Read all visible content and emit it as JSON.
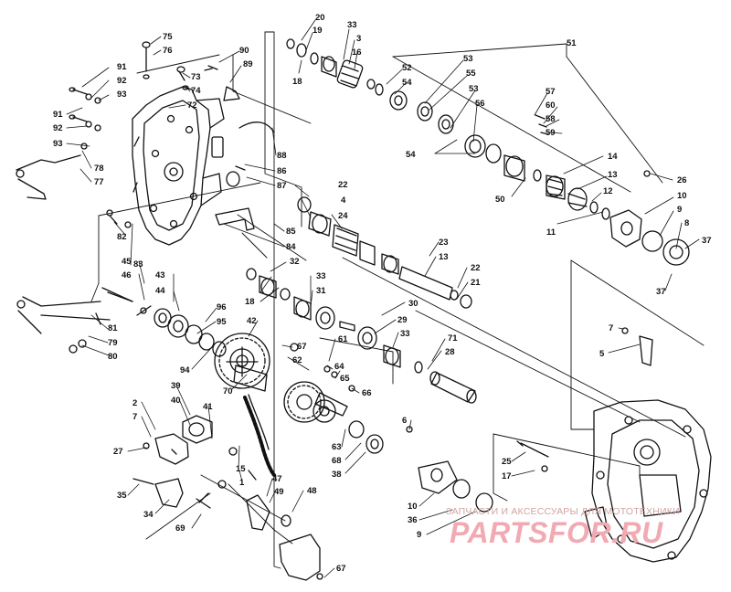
{
  "callouts": [
    {
      "id": "c1",
      "text": "20"
    },
    {
      "id": "c2",
      "text": "19"
    },
    {
      "id": "c3",
      "text": "18"
    },
    {
      "id": "c4",
      "text": "33"
    },
    {
      "id": "c5",
      "text": "3"
    },
    {
      "id": "c6",
      "text": "16"
    },
    {
      "id": "c7",
      "text": "52"
    },
    {
      "id": "c8",
      "text": "54"
    },
    {
      "id": "c9",
      "text": "53"
    },
    {
      "id": "c10",
      "text": "55"
    },
    {
      "id": "c11",
      "text": "53"
    },
    {
      "id": "c12",
      "text": "56"
    },
    {
      "id": "c13",
      "text": "54"
    },
    {
      "id": "c14",
      "text": "51"
    },
    {
      "id": "c15",
      "text": "57"
    },
    {
      "id": "c16",
      "text": "60"
    },
    {
      "id": "c17",
      "text": "58"
    },
    {
      "id": "c18",
      "text": "59"
    },
    {
      "id": "c19",
      "text": "14"
    },
    {
      "id": "c20",
      "text": "13"
    },
    {
      "id": "c21",
      "text": "12"
    },
    {
      "id": "c22",
      "text": "50"
    },
    {
      "id": "c23",
      "text": "26"
    },
    {
      "id": "c24",
      "text": "10"
    },
    {
      "id": "c25",
      "text": "9"
    },
    {
      "id": "c26",
      "text": "8"
    },
    {
      "id": "c27",
      "text": "37"
    },
    {
      "id": "c28",
      "text": "11"
    },
    {
      "id": "c29",
      "text": "37"
    },
    {
      "id": "c30",
      "text": "75"
    },
    {
      "id": "c31",
      "text": "76"
    },
    {
      "id": "c32",
      "text": "90"
    },
    {
      "id": "c33",
      "text": "89"
    },
    {
      "id": "c34",
      "text": "73"
    },
    {
      "id": "c35",
      "text": "74"
    },
    {
      "id": "c36",
      "text": "72"
    },
    {
      "id": "c37",
      "text": "91"
    },
    {
      "id": "c38",
      "text": "92"
    },
    {
      "id": "c39",
      "text": "93"
    },
    {
      "id": "c40",
      "text": "91"
    },
    {
      "id": "c41",
      "text": "92"
    },
    {
      "id": "c42",
      "text": "93"
    },
    {
      "id": "c43",
      "text": "78"
    },
    {
      "id": "c44",
      "text": "77"
    },
    {
      "id": "c45",
      "text": "88"
    },
    {
      "id": "c46",
      "text": "86"
    },
    {
      "id": "c47",
      "text": "87"
    },
    {
      "id": "c48",
      "text": "22"
    },
    {
      "id": "c49",
      "text": "4"
    },
    {
      "id": "c50",
      "text": "24"
    },
    {
      "id": "c51",
      "text": "85"
    },
    {
      "id": "c52",
      "text": "84"
    },
    {
      "id": "c53",
      "text": "23"
    },
    {
      "id": "c54",
      "text": "13"
    },
    {
      "id": "c55",
      "text": "32"
    },
    {
      "id": "c56",
      "text": "22"
    },
    {
      "id": "c57",
      "text": "21"
    },
    {
      "id": "c58",
      "text": "82"
    },
    {
      "id": "c59",
      "text": "83"
    },
    {
      "id": "c60",
      "text": "45"
    },
    {
      "id": "c61",
      "text": "46"
    },
    {
      "id": "c62",
      "text": "43"
    },
    {
      "id": "c63",
      "text": "44"
    },
    {
      "id": "c64",
      "text": "18"
    },
    {
      "id": "c65",
      "text": "33"
    },
    {
      "id": "c66",
      "text": "31"
    },
    {
      "id": "c67",
      "text": "30"
    },
    {
      "id": "c68",
      "text": "29"
    },
    {
      "id": "c69",
      "text": "33"
    },
    {
      "id": "c70",
      "text": "96"
    },
    {
      "id": "c71",
      "text": "95"
    },
    {
      "id": "c72",
      "text": "42"
    },
    {
      "id": "c73",
      "text": "81"
    },
    {
      "id": "c74",
      "text": "79"
    },
    {
      "id": "c75",
      "text": "80"
    },
    {
      "id": "c76",
      "text": "67"
    },
    {
      "id": "c77",
      "text": "62"
    },
    {
      "id": "c78",
      "text": "61"
    },
    {
      "id": "c79",
      "text": "71"
    },
    {
      "id": "c80",
      "text": "28"
    },
    {
      "id": "c81",
      "text": "7"
    },
    {
      "id": "c82",
      "text": "5"
    },
    {
      "id": "c83",
      "text": "94"
    },
    {
      "id": "c84",
      "text": "70"
    },
    {
      "id": "c85",
      "text": "64"
    },
    {
      "id": "c86",
      "text": "65"
    },
    {
      "id": "c87",
      "text": "66"
    },
    {
      "id": "c88",
      "text": "39"
    },
    {
      "id": "c89",
      "text": "40"
    },
    {
      "id": "c90",
      "text": "41"
    },
    {
      "id": "c91",
      "text": "2"
    },
    {
      "id": "c92",
      "text": "7"
    },
    {
      "id": "c93",
      "text": "27"
    },
    {
      "id": "c94",
      "text": "63"
    },
    {
      "id": "c95",
      "text": "68"
    },
    {
      "id": "c96",
      "text": "38"
    },
    {
      "id": "c97",
      "text": "6"
    },
    {
      "id": "c98",
      "text": "25"
    },
    {
      "id": "c99",
      "text": "17"
    },
    {
      "id": "c100",
      "text": "15"
    },
    {
      "id": "c101",
      "text": "1"
    },
    {
      "id": "c102",
      "text": "47"
    },
    {
      "id": "c103",
      "text": "49"
    },
    {
      "id": "c104",
      "text": "48"
    },
    {
      "id": "c105",
      "text": "35"
    },
    {
      "id": "c106",
      "text": "34"
    },
    {
      "id": "c107",
      "text": "69"
    },
    {
      "id": "c108",
      "text": "10"
    },
    {
      "id": "c109",
      "text": "36"
    },
    {
      "id": "c110",
      "text": "9"
    },
    {
      "id": "c111",
      "text": "67"
    }
  ],
  "watermark": {
    "caption": "ЗАПЧАСТИ И АКСЕССУАРЫ ДЛЯ МОТОТЕХНИКИ",
    "logo": "PARTSFOR.RU"
  }
}
